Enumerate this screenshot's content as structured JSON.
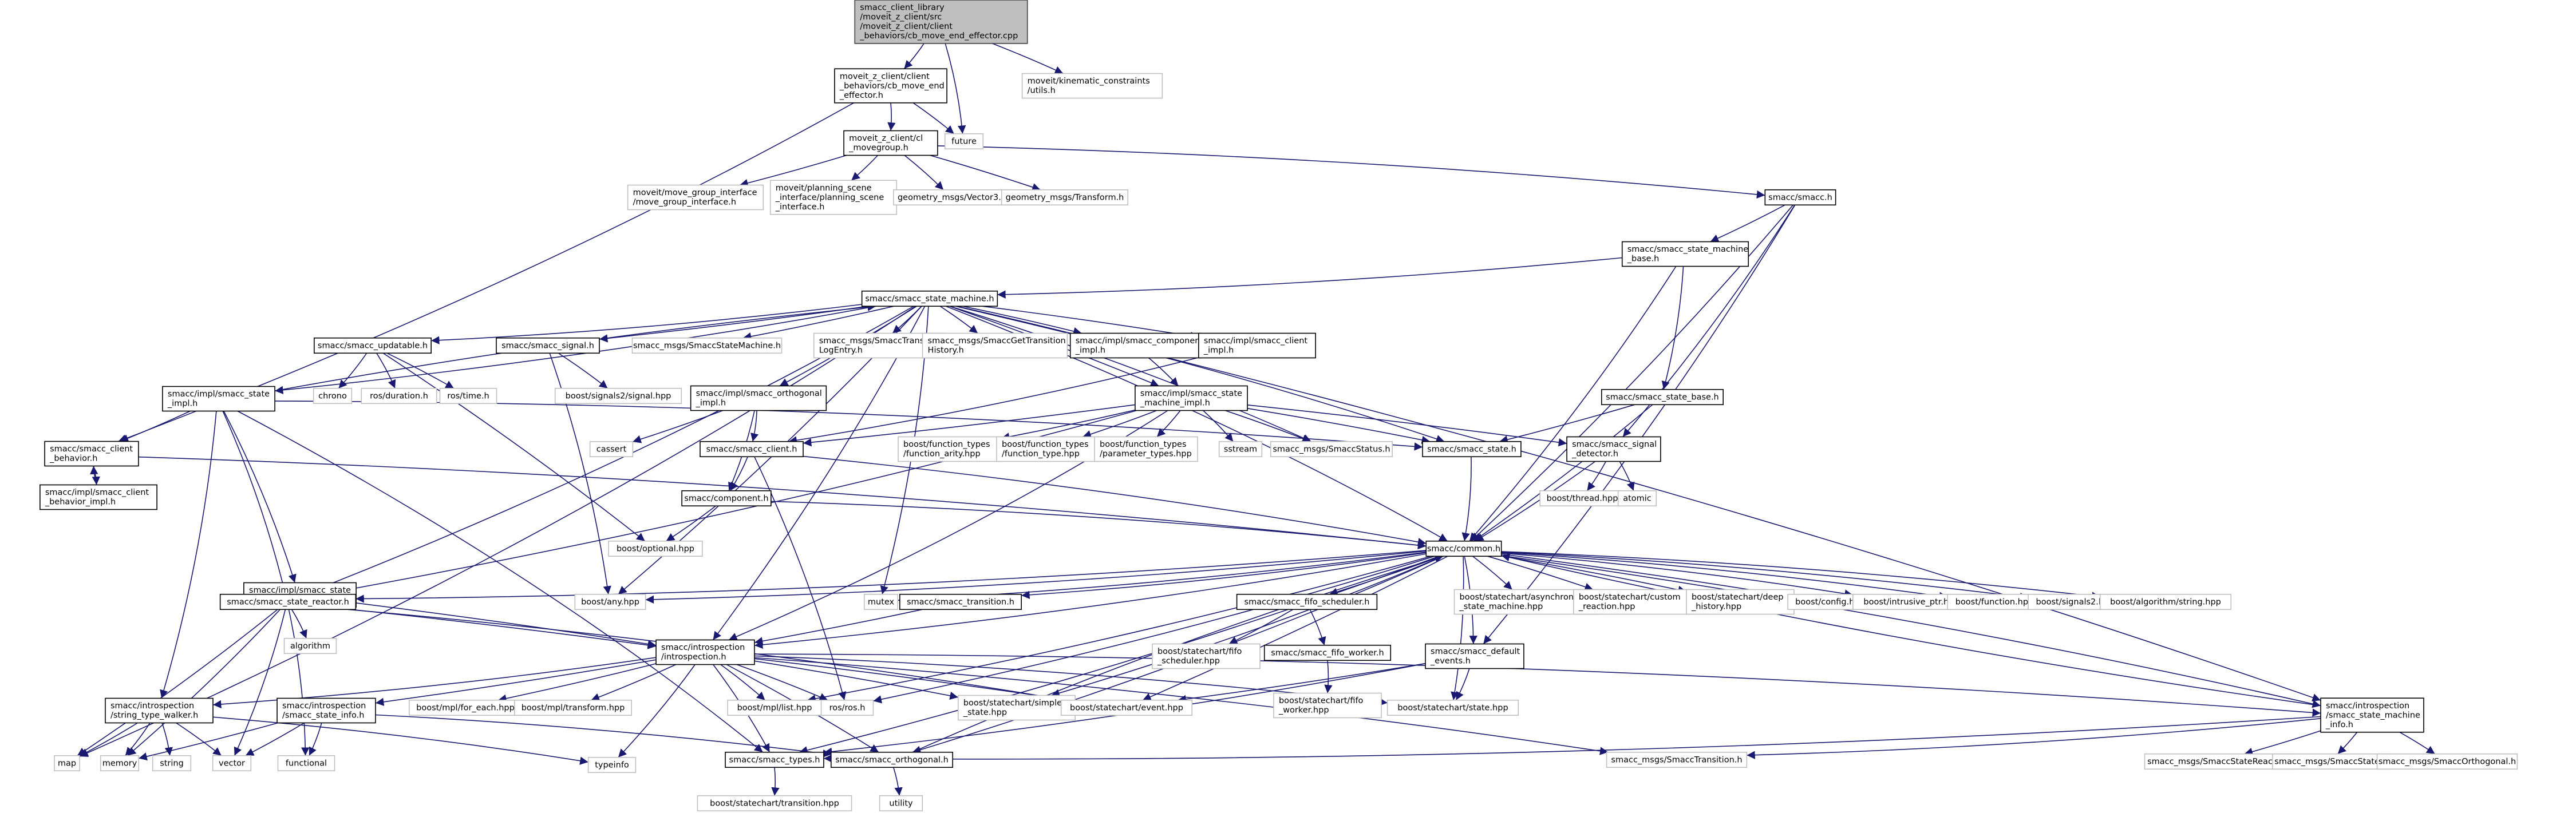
{
  "nodes": [
    {
      "id": "n0",
      "lines": [
        "smacc_client_library",
        "/moveit_z_client/src",
        "/moveit_z_client/client",
        "_behaviors/cb_move_end_effector.cpp"
      ],
      "style": "root"
    },
    {
      "id": "n1",
      "lines": [
        "moveit_z_client/client",
        "_behaviors/cb_move_end",
        "_effector.h"
      ],
      "style": "file"
    },
    {
      "id": "n2",
      "lines": [
        "future"
      ],
      "style": "ext"
    },
    {
      "id": "n3",
      "lines": [
        "moveit/kinematic_constraints",
        "/utils.h"
      ],
      "style": "ext"
    },
    {
      "id": "n4",
      "lines": [
        "moveit_z_client/cl",
        "_movegroup.h"
      ],
      "style": "file"
    },
    {
      "id": "n5",
      "lines": [
        "smacc/smacc_client",
        "_behavior.h"
      ],
      "style": "file"
    },
    {
      "id": "n6",
      "lines": [
        "moveit/move_group_interface",
        "/move_group_interface.h"
      ],
      "style": "ext"
    },
    {
      "id": "n7",
      "lines": [
        "moveit/planning_scene",
        "_interface/planning_scene",
        "_interface.h"
      ],
      "style": "ext"
    },
    {
      "id": "n8",
      "lines": [
        "geometry_msgs/Vector3.h"
      ],
      "style": "ext"
    },
    {
      "id": "n9",
      "lines": [
        "geometry_msgs/Transform.h"
      ],
      "style": "ext"
    },
    {
      "id": "n10",
      "lines": [
        "smacc/smacc.h"
      ],
      "style": "file"
    },
    {
      "id": "n11",
      "lines": [
        "smacc/smacc_state_machine",
        "_base.h"
      ],
      "style": "file"
    },
    {
      "id": "n12",
      "lines": [
        "smacc/smacc_state_machine.h"
      ],
      "style": "file"
    },
    {
      "id": "n13",
      "lines": [
        "smacc/smacc_state_base.h"
      ],
      "style": "file"
    },
    {
      "id": "n14",
      "lines": [
        "smacc/smacc_updatable.h"
      ],
      "style": "file"
    },
    {
      "id": "n15",
      "lines": [
        "smacc/impl/smacc_state",
        "_impl.h"
      ],
      "style": "file"
    },
    {
      "id": "n16",
      "lines": [
        "smacc/smacc_signal.h"
      ],
      "style": "file"
    },
    {
      "id": "n17",
      "lines": [
        "smacc_msgs/SmaccStateMachine.h"
      ],
      "style": "ext"
    },
    {
      "id": "n18",
      "lines": [
        "smacc_msgs/SmaccTransition",
        "LogEntry.h"
      ],
      "style": "ext"
    },
    {
      "id": "n19",
      "lines": [
        "smacc_msgs/SmaccGetTransition",
        "History.h"
      ],
      "style": "ext"
    },
    {
      "id": "n20",
      "lines": [
        "smacc/impl/smacc_component",
        "_impl.h"
      ],
      "style": "file"
    },
    {
      "id": "n21",
      "lines": [
        "smacc/impl/smacc_client",
        "_impl.h"
      ],
      "style": "file"
    },
    {
      "id": "n22",
      "lines": [
        "smacc/impl/smacc_orthogonal",
        "_impl.h"
      ],
      "style": "file"
    },
    {
      "id": "n23",
      "lines": [
        "smacc/impl/smacc_state",
        "_machine_impl.h"
      ],
      "style": "file"
    },
    {
      "id": "n24",
      "lines": [
        "chrono"
      ],
      "style": "ext"
    },
    {
      "id": "n25",
      "lines": [
        "ros/duration.h"
      ],
      "style": "ext"
    },
    {
      "id": "n26",
      "lines": [
        "ros/time.h"
      ],
      "style": "ext"
    },
    {
      "id": "n27",
      "lines": [
        "boost/signals2/signal.hpp"
      ],
      "style": "ext"
    },
    {
      "id": "n28",
      "lines": [
        "cassert"
      ],
      "style": "ext"
    },
    {
      "id": "n29",
      "lines": [
        "smacc/smacc_client.h"
      ],
      "style": "file"
    },
    {
      "id": "n30",
      "lines": [
        "boost/function_types",
        "/function_arity.hpp"
      ],
      "style": "ext"
    },
    {
      "id": "n31",
      "lines": [
        "boost/function_types",
        "/function_type.hpp"
      ],
      "style": "ext"
    },
    {
      "id": "n32",
      "lines": [
        "boost/function_types",
        "/parameter_types.hpp"
      ],
      "style": "ext"
    },
    {
      "id": "n33",
      "lines": [
        "sstream"
      ],
      "style": "ext"
    },
    {
      "id": "n34",
      "lines": [
        "smacc_msgs/SmaccStatus.h"
      ],
      "style": "ext"
    },
    {
      "id": "n35",
      "lines": [
        "smacc/smacc_state.h"
      ],
      "style": "file"
    },
    {
      "id": "n36",
      "lines": [
        "smacc/smacc_signal",
        "_detector.h"
      ],
      "style": "file"
    },
    {
      "id": "n37",
      "lines": [
        "smacc/impl/smacc_client",
        "_behavior_impl.h"
      ],
      "style": "file"
    },
    {
      "id": "n38",
      "lines": [
        "smacc/component.h"
      ],
      "style": "file"
    },
    {
      "id": "n39",
      "lines": [
        "boost/thread.hpp"
      ],
      "style": "ext"
    },
    {
      "id": "n40",
      "lines": [
        "atomic"
      ],
      "style": "ext"
    },
    {
      "id": "n41",
      "lines": [
        "smacc/impl/smacc_state",
        "_reactor_impl.h"
      ],
      "style": "file"
    },
    {
      "id": "n42",
      "lines": [
        "boost/optional.hpp"
      ],
      "style": "ext"
    },
    {
      "id": "n43",
      "lines": [
        "smacc/common.h"
      ],
      "style": "file"
    },
    {
      "id": "n44",
      "lines": [
        "smacc/smacc_state_reactor.h"
      ],
      "style": "file"
    },
    {
      "id": "n45",
      "lines": [
        "boost/any.hpp"
      ],
      "style": "ext"
    },
    {
      "id": "n46",
      "lines": [
        "mutex"
      ],
      "style": "ext"
    },
    {
      "id": "n47",
      "lines": [
        "smacc/smacc_transition.h"
      ],
      "style": "file"
    },
    {
      "id": "n48",
      "lines": [
        "smacc/smacc_fifo_scheduler.h"
      ],
      "style": "file"
    },
    {
      "id": "n49",
      "lines": [
        "boost/statechart/asynchronous",
        "_state_machine.hpp"
      ],
      "style": "ext"
    },
    {
      "id": "n50",
      "lines": [
        "boost/statechart/custom",
        "_reaction.hpp"
      ],
      "style": "ext"
    },
    {
      "id": "n51",
      "lines": [
        "boost/statechart/deep",
        "_history.hpp"
      ],
      "style": "ext"
    },
    {
      "id": "n52",
      "lines": [
        "boost/config.hpp"
      ],
      "style": "ext"
    },
    {
      "id": "n53",
      "lines": [
        "boost/intrusive_ptr.hpp"
      ],
      "style": "ext"
    },
    {
      "id": "n54",
      "lines": [
        "boost/function.hpp"
      ],
      "style": "ext"
    },
    {
      "id": "n55",
      "lines": [
        "boost/signals2.hpp"
      ],
      "style": "ext"
    },
    {
      "id": "n56",
      "lines": [
        "boost/algorithm/string.hpp"
      ],
      "style": "ext"
    },
    {
      "id": "n57",
      "lines": [
        "algorithm"
      ],
      "style": "ext"
    },
    {
      "id": "n58",
      "lines": [
        "smacc/introspection",
        "/introspection.h"
      ],
      "style": "file"
    },
    {
      "id": "n59",
      "lines": [
        "boost/statechart/fifo",
        "_scheduler.hpp"
      ],
      "style": "ext"
    },
    {
      "id": "n60",
      "lines": [
        "smacc/smacc_fifo_worker.h"
      ],
      "style": "file"
    },
    {
      "id": "n61",
      "lines": [
        "smacc/smacc_default",
        "_events.h"
      ],
      "style": "file"
    },
    {
      "id": "n62",
      "lines": [
        "smacc/introspection",
        "/string_type_walker.h"
      ],
      "style": "file"
    },
    {
      "id": "n63",
      "lines": [
        "smacc/introspection",
        "/smacc_state_info.h"
      ],
      "style": "file"
    },
    {
      "id": "n64",
      "lines": [
        "boost/mpl/for_each.hpp"
      ],
      "style": "ext"
    },
    {
      "id": "n65",
      "lines": [
        "boost/mpl/transform.hpp"
      ],
      "style": "ext"
    },
    {
      "id": "n66",
      "lines": [
        "boost/mpl/list.hpp"
      ],
      "style": "ext"
    },
    {
      "id": "n67",
      "lines": [
        "ros/ros.h"
      ],
      "style": "ext"
    },
    {
      "id": "n68",
      "lines": [
        "boost/statechart/simple",
        "_state.hpp"
      ],
      "style": "ext"
    },
    {
      "id": "n69",
      "lines": [
        "boost/statechart/event.hpp"
      ],
      "style": "ext"
    },
    {
      "id": "n70",
      "lines": [
        "boost/statechart/fifo",
        "_worker.hpp"
      ],
      "style": "ext"
    },
    {
      "id": "n71",
      "lines": [
        "boost/statechart/state.hpp"
      ],
      "style": "ext"
    },
    {
      "id": "n72",
      "lines": [
        "smacc/introspection",
        "/smacc_state_machine",
        "_info.h"
      ],
      "style": "file"
    },
    {
      "id": "n73",
      "lines": [
        "map"
      ],
      "style": "ext"
    },
    {
      "id": "n74",
      "lines": [
        "memory"
      ],
      "style": "ext"
    },
    {
      "id": "n75",
      "lines": [
        "string"
      ],
      "style": "ext"
    },
    {
      "id": "n76",
      "lines": [
        "vector"
      ],
      "style": "ext"
    },
    {
      "id": "n77",
      "lines": [
        "functional"
      ],
      "style": "ext"
    },
    {
      "id": "n78",
      "lines": [
        "typeinfo"
      ],
      "style": "ext"
    },
    {
      "id": "n79",
      "lines": [
        "smacc/smacc_types.h"
      ],
      "style": "file"
    },
    {
      "id": "n80",
      "lines": [
        "smacc/smacc_orthogonal.h"
      ],
      "style": "file"
    },
    {
      "id": "n81",
      "lines": [
        "smacc_msgs/SmaccTransition.h"
      ],
      "style": "ext"
    },
    {
      "id": "n82",
      "lines": [
        "smacc_msgs/SmaccStateReactor.h"
      ],
      "style": "ext"
    },
    {
      "id": "n83",
      "lines": [
        "smacc_msgs/SmaccState.h"
      ],
      "style": "ext"
    },
    {
      "id": "n84",
      "lines": [
        "smacc_msgs/SmaccOrthogonal.h"
      ],
      "style": "ext"
    },
    {
      "id": "n85",
      "lines": [
        "boost/statechart/transition.hpp"
      ],
      "style": "ext"
    },
    {
      "id": "n86",
      "lines": [
        "utility"
      ],
      "style": "ext"
    }
  ],
  "edges": [
    [
      "n0",
      "n1"
    ],
    [
      "n0",
      "n2"
    ],
    [
      "n0",
      "n3"
    ],
    [
      "n1",
      "n4"
    ],
    [
      "n1",
      "n5"
    ],
    [
      "n1",
      "n2"
    ],
    [
      "n4",
      "n6"
    ],
    [
      "n4",
      "n7"
    ],
    [
      "n4",
      "n8"
    ],
    [
      "n4",
      "n9"
    ],
    [
      "n4",
      "n10"
    ],
    [
      "n10",
      "n11"
    ],
    [
      "n10",
      "n36"
    ],
    [
      "n10",
      "n43"
    ],
    [
      "n10",
      "n61"
    ],
    [
      "n11",
      "n12"
    ],
    [
      "n11",
      "n13"
    ],
    [
      "n11",
      "n43"
    ],
    [
      "n13",
      "n35"
    ],
    [
      "n13",
      "n43"
    ],
    [
      "n12",
      "n14"
    ],
    [
      "n12",
      "n15"
    ],
    [
      "n12",
      "n16"
    ],
    [
      "n12",
      "n17"
    ],
    [
      "n12",
      "n18"
    ],
    [
      "n12",
      "n19"
    ],
    [
      "n12",
      "n20"
    ],
    [
      "n12",
      "n21"
    ],
    [
      "n12",
      "n22"
    ],
    [
      "n12",
      "n23"
    ],
    [
      "n12",
      "n34"
    ],
    [
      "n12",
      "n35"
    ],
    [
      "n12",
      "n43"
    ],
    [
      "n12",
      "n45"
    ],
    [
      "n12",
      "n46"
    ],
    [
      "n12",
      "n73"
    ],
    [
      "n12",
      "n58"
    ],
    [
      "n12",
      "n44"
    ],
    [
      "n12",
      "n72"
    ],
    [
      "n14",
      "n24"
    ],
    [
      "n14",
      "n25"
    ],
    [
      "n14",
      "n26"
    ],
    [
      "n14",
      "n42"
    ],
    [
      "n15",
      "n5"
    ],
    [
      "n15",
      "n35"
    ],
    [
      "n15",
      "n41"
    ],
    [
      "n15",
      "n44"
    ],
    [
      "n15",
      "n62"
    ],
    [
      "n15",
      "n12"
    ],
    [
      "n15",
      "n79"
    ],
    [
      "n16",
      "n27"
    ],
    [
      "n16",
      "n45"
    ],
    [
      "n20",
      "n23"
    ],
    [
      "n21",
      "n29"
    ],
    [
      "n22",
      "n28"
    ],
    [
      "n22",
      "n29"
    ],
    [
      "n22",
      "n38"
    ],
    [
      "n23",
      "n29"
    ],
    [
      "n23",
      "n30"
    ],
    [
      "n23",
      "n31"
    ],
    [
      "n23",
      "n32"
    ],
    [
      "n23",
      "n33"
    ],
    [
      "n23",
      "n34"
    ],
    [
      "n23",
      "n35"
    ],
    [
      "n23",
      "n36"
    ],
    [
      "n23",
      "n58"
    ],
    [
      "n23",
      "n44"
    ],
    [
      "n29",
      "n38"
    ],
    [
      "n29",
      "n43"
    ],
    [
      "n29",
      "n67"
    ],
    [
      "n38",
      "n42"
    ],
    [
      "n38",
      "n43"
    ],
    [
      "n35",
      "n43"
    ],
    [
      "n36",
      "n39"
    ],
    [
      "n36",
      "n40"
    ],
    [
      "n36",
      "n43"
    ],
    [
      "n5",
      "n37"
    ],
    [
      "n5",
      "n43"
    ],
    [
      "n37",
      "n5"
    ],
    [
      "n41",
      "n44"
    ],
    [
      "n41",
      "n58"
    ],
    [
      "n43",
      "n44"
    ],
    [
      "n43",
      "n45"
    ],
    [
      "n43",
      "n46"
    ],
    [
      "n43",
      "n47"
    ],
    [
      "n43",
      "n48"
    ],
    [
      "n43",
      "n49"
    ],
    [
      "n43",
      "n50"
    ],
    [
      "n43",
      "n51"
    ],
    [
      "n43",
      "n52"
    ],
    [
      "n43",
      "n53"
    ],
    [
      "n43",
      "n54"
    ],
    [
      "n43",
      "n55"
    ],
    [
      "n43",
      "n56"
    ],
    [
      "n43",
      "n58"
    ],
    [
      "n43",
      "n61"
    ],
    [
      "n43",
      "n66"
    ],
    [
      "n43",
      "n67"
    ],
    [
      "n43",
      "n68"
    ],
    [
      "n43",
      "n69"
    ],
    [
      "n43",
      "n71"
    ],
    [
      "n43",
      "n72"
    ],
    [
      "n43",
      "n79"
    ],
    [
      "n43",
      "n80"
    ],
    [
      "n44",
      "n57"
    ],
    [
      "n44",
      "n73"
    ],
    [
      "n44",
      "n74"
    ],
    [
      "n44",
      "n76"
    ],
    [
      "n44",
      "n77"
    ],
    [
      "n44",
      "n58"
    ],
    [
      "n44",
      "n69"
    ],
    [
      "n47",
      "n58"
    ],
    [
      "n48",
      "n59"
    ],
    [
      "n48",
      "n60"
    ],
    [
      "n60",
      "n70"
    ],
    [
      "n61",
      "n69"
    ],
    [
      "n61",
      "n71"
    ],
    [
      "n61",
      "n79"
    ],
    [
      "n58",
      "n62"
    ],
    [
      "n58",
      "n63"
    ],
    [
      "n58",
      "n64"
    ],
    [
      "n58",
      "n65"
    ],
    [
      "n58",
      "n66"
    ],
    [
      "n58",
      "n67"
    ],
    [
      "n58",
      "n68"
    ],
    [
      "n58",
      "n69"
    ],
    [
      "n58",
      "n71"
    ],
    [
      "n58",
      "n72"
    ],
    [
      "n58",
      "n78"
    ],
    [
      "n58",
      "n79"
    ],
    [
      "n58",
      "n80"
    ],
    [
      "n58",
      "n81"
    ],
    [
      "n62",
      "n73"
    ],
    [
      "n62",
      "n74"
    ],
    [
      "n62",
      "n75"
    ],
    [
      "n62",
      "n76"
    ],
    [
      "n62",
      "n78"
    ],
    [
      "n63",
      "n74"
    ],
    [
      "n63",
      "n76"
    ],
    [
      "n63",
      "n77"
    ],
    [
      "n63",
      "n80"
    ],
    [
      "n72",
      "n79"
    ],
    [
      "n72",
      "n81"
    ],
    [
      "n72",
      "n82"
    ],
    [
      "n72",
      "n83"
    ],
    [
      "n72",
      "n84"
    ],
    [
      "n72",
      "n43"
    ],
    [
      "n79",
      "n85"
    ],
    [
      "n80",
      "n86"
    ],
    [
      "n80",
      "n43"
    ]
  ]
}
